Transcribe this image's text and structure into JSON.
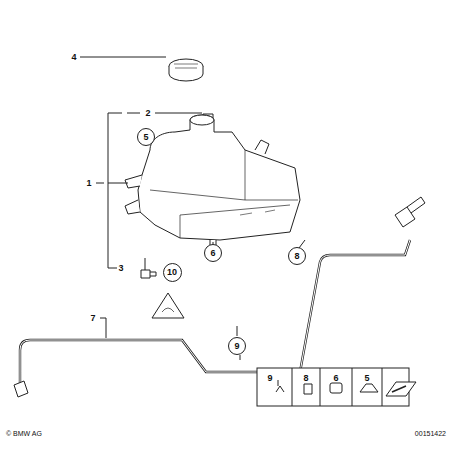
{
  "diagram": {
    "nodes": [
      {
        "text": [
          "5"
        ]
      },
      {
        "text": [
          "10"
        ]
      },
      {
        "text": [
          "6"
        ]
      },
      {
        "text": [
          "8"
        ]
      },
      {
        "text": [
          "9"
        ]
      }
    ],
    "labels": [
      "4",
      "2",
      "1",
      "3",
      "7",
      "9",
      "8",
      "6",
      "5",
      "© BMW AG",
      "00151422"
    ]
  }
}
